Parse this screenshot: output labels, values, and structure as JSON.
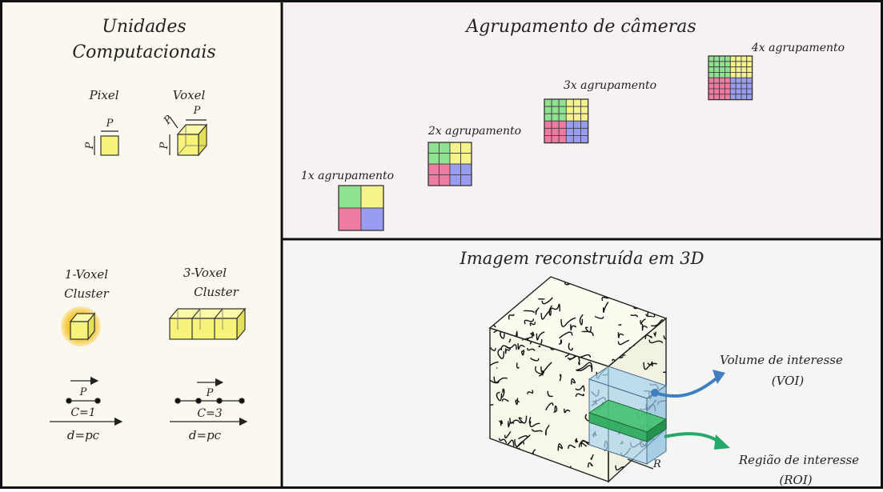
{
  "colors": {
    "left_panel_bg": "#fbf9ef",
    "top_panel_bg": "#f8f1f3",
    "bottom_panel_bg": "#f3f6f4",
    "green": "#8fe28f",
    "yellow": "#f5f38a",
    "pink": "#f07ba0",
    "blue": "#9a9cf2",
    "voxel_yellow": "#f6f27a",
    "cluster_glow": "#f2c12a",
    "voi_arrow": "#3f7fc0",
    "roi_arrow": "#25a86a"
  },
  "left_panel": {
    "title_line1": "Unidades",
    "title_line2": "Computacionais",
    "pixel_label": "Pixel",
    "voxel_label": "Voxel",
    "dim_p": "P",
    "cluster1_line1": "1-Voxel",
    "cluster1_line2": "Cluster",
    "cluster3_line1": "3-Voxel",
    "cluster3_line2": "Cluster",
    "c1_formula": "C=1",
    "c3_formula": "C=3",
    "d_formula": "d=pc"
  },
  "top_panel": {
    "title": "Agrupamento de câmeras",
    "binning": [
      {
        "label": "1x agrupamento",
        "factor": 1
      },
      {
        "label": "2x agrupamento",
        "factor": 2
      },
      {
        "label": "3x agrupamento",
        "factor": 3
      },
      {
        "label": "4x agrupamento",
        "factor": 4
      }
    ]
  },
  "bottom_panel": {
    "title": "Imagem reconstruída em 3D",
    "voi_line1": "Volume de interesse",
    "voi_line2": "(VOI)",
    "roi_line1": "Região de interesse",
    "roi_line2": "(ROI)",
    "r_label": "R"
  }
}
